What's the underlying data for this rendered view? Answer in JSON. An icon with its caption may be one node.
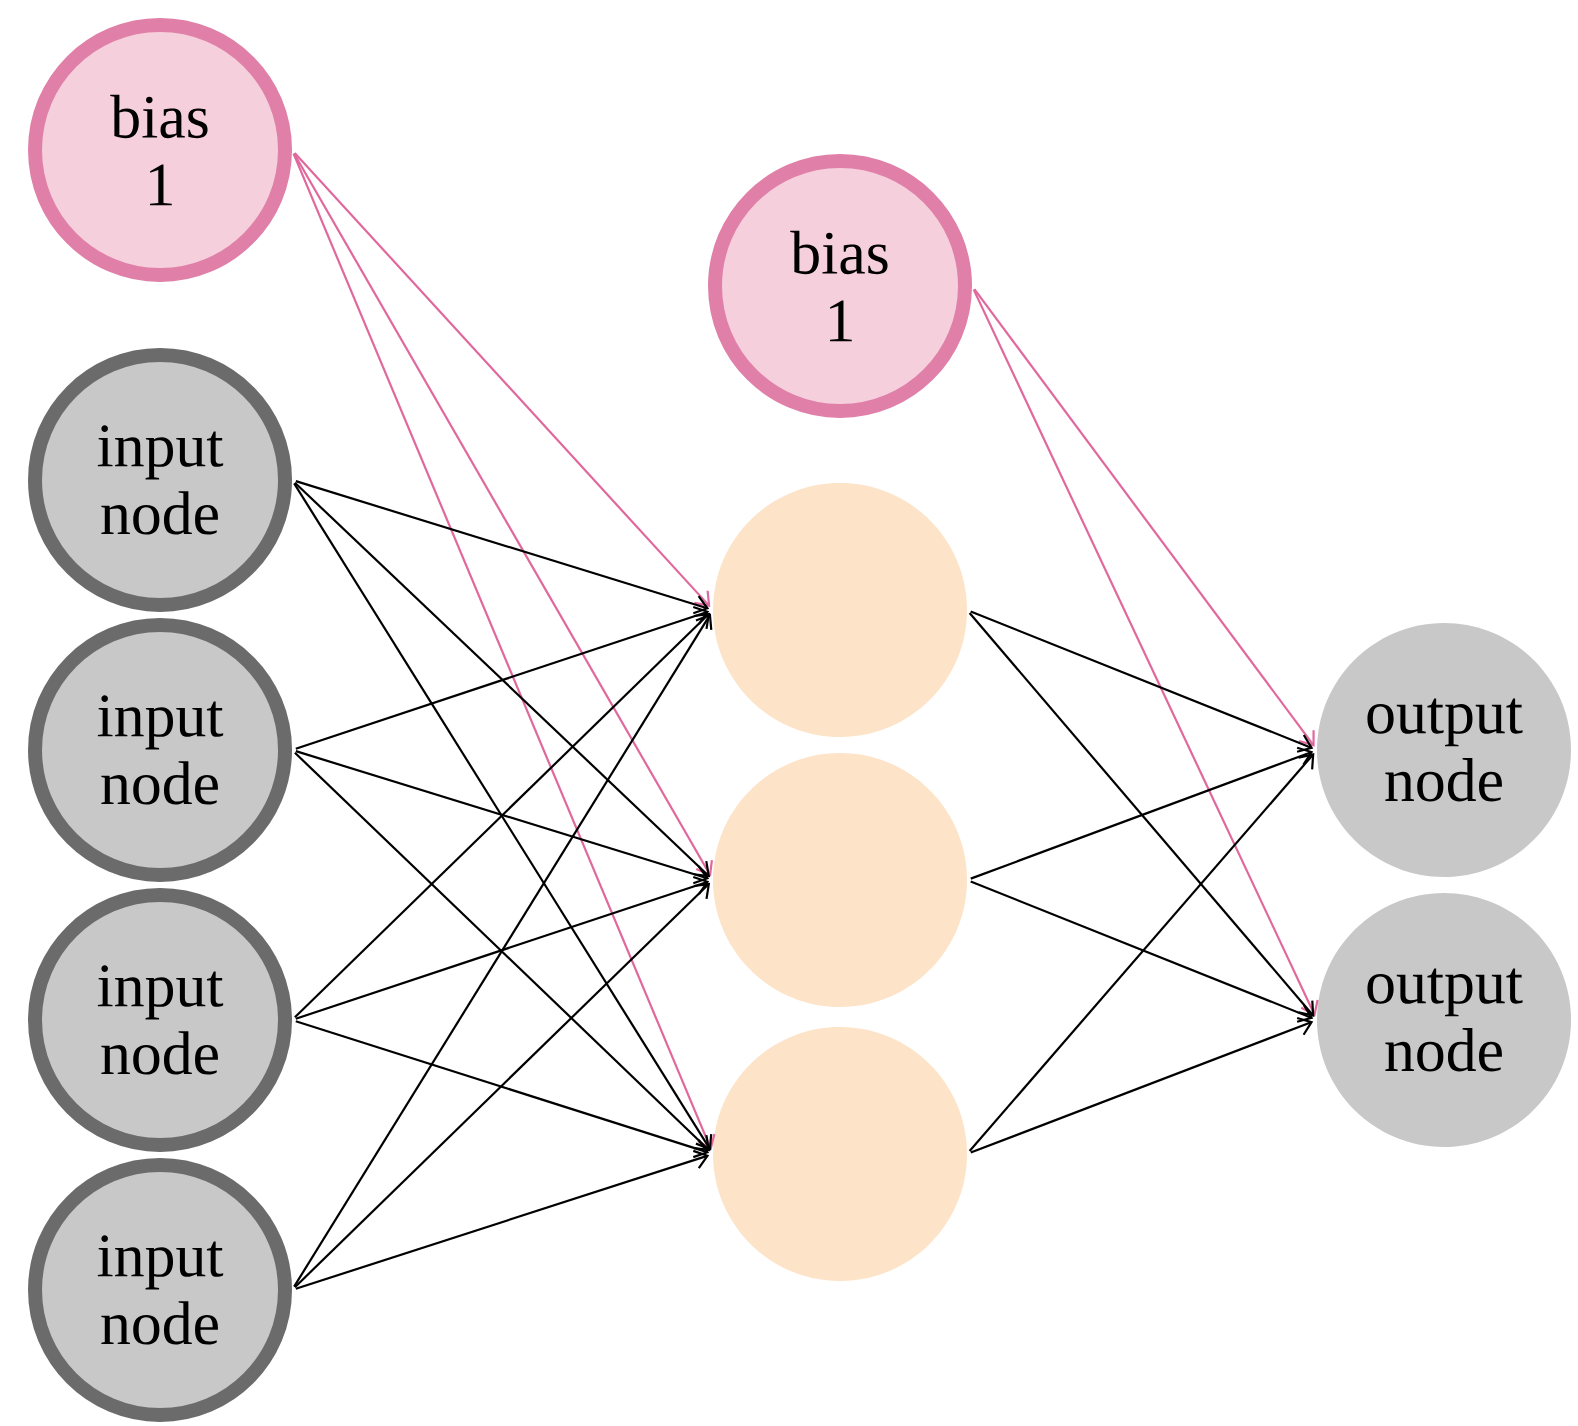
{
  "diagram": {
    "nodes": [
      {
        "text": [
          "bias",
          "1"
        ]
      },
      {
        "text": [
          "input node"
        ]
      },
      {
        "text": [
          "input node"
        ]
      },
      {
        "text": [
          "input node"
        ]
      },
      {
        "text": [
          "input node"
        ]
      },
      {
        "text": [
          "bias",
          "1"
        ]
      },
      {
        "text": [],
        "shape": "circle"
      },
      {
        "text": [],
        "shape": "circle"
      },
      {
        "text": [],
        "shape": "circle"
      },
      {
        "text": [
          "output node"
        ]
      },
      {
        "text": [
          "output node"
        ]
      }
    ],
    "edges": [
      {
        "from": 0,
        "to": 6,
        "arrow": "to",
        "color": "#e0689c"
      },
      {
        "from": 0,
        "to": 7,
        "arrow": "to",
        "color": "#e0689c"
      },
      {
        "from": 0,
        "to": 8,
        "arrow": "to",
        "color": "#e0689c"
      },
      {
        "from": 1,
        "to": 6,
        "arrow": "to"
      },
      {
        "from": 1,
        "to": 7,
        "arrow": "to"
      },
      {
        "from": 1,
        "to": 8,
        "arrow": "to"
      },
      {
        "from": 2,
        "to": 6,
        "arrow": "to"
      },
      {
        "from": 2,
        "to": 7,
        "arrow": "to"
      },
      {
        "from": 2,
        "to": 8,
        "arrow": "to"
      },
      {
        "from": 3,
        "to": 6,
        "arrow": "to"
      },
      {
        "from": 3,
        "to": 7,
        "arrow": "to"
      },
      {
        "from": 3,
        "to": 8,
        "arrow": "to"
      },
      {
        "from": 4,
        "to": 6,
        "arrow": "to"
      },
      {
        "from": 4,
        "to": 7,
        "arrow": "to"
      },
      {
        "from": 4,
        "to": 8,
        "arrow": "to"
      },
      {
        "from": 5,
        "to": 9,
        "arrow": "to",
        "color": "#e0689c"
      },
      {
        "from": 5,
        "to": 10,
        "arrow": "to",
        "color": "#e0689c"
      },
      {
        "from": 6,
        "to": 9,
        "arrow": "to"
      },
      {
        "from": 6,
        "to": 10,
        "arrow": "to"
      },
      {
        "from": 7,
        "to": 9,
        "arrow": "to"
      },
      {
        "from": 7,
        "to": 10,
        "arrow": "to"
      },
      {
        "from": 8,
        "to": 9,
        "arrow": "to"
      },
      {
        "from": 8,
        "to": 10,
        "arrow": "to"
      }
    ]
  }
}
